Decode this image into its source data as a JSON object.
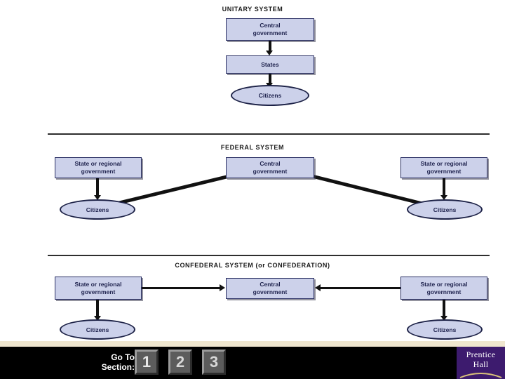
{
  "slide": {
    "background_color": "#ffffff",
    "diagrams": [
      {
        "id": "unitary",
        "title": "UNITARY SYSTEM",
        "nodes": {
          "central": "Central\ngovernment",
          "central_line1": "Central",
          "central_line2": "government",
          "states": "States",
          "citizens": "Citizens"
        }
      },
      {
        "id": "federal",
        "title": "FEDERAL SYSTEM",
        "nodes": {
          "state_left_line1": "State or regional",
          "state_left_line2": "government",
          "state_right_line1": "State or regional",
          "state_right_line2": "government",
          "central_line1": "Central",
          "central_line2": "government",
          "citizens_left": "Citizens",
          "citizens_right": "Citizens"
        }
      },
      {
        "id": "confederal",
        "title": "CONFEDERAL SYSTEM (or CONFEDERATION)",
        "nodes": {
          "state_left_line1": "State or regional",
          "state_left_line2": "government",
          "state_right_line1": "State or regional",
          "state_right_line2": "government",
          "central_line1": "Central",
          "central_line2": "government",
          "citizens_left": "Citizens",
          "citizens_right": "Citizens"
        }
      }
    ],
    "colors": {
      "node_fill": "#ccd1ea",
      "node_border": "#2a2f63",
      "connector": "#111111",
      "footer_bg": "#000000",
      "cream_strip": "#efe6cf",
      "logo_purple": "#3d1b6e",
      "logo_gold": "#d8c07a"
    }
  },
  "footer": {
    "goto_line1": "Go To",
    "goto_line2": "Section:",
    "section_buttons": [
      "1",
      "2",
      "3"
    ],
    "logo": {
      "line1": "Prentice",
      "line2": "Hall"
    }
  }
}
